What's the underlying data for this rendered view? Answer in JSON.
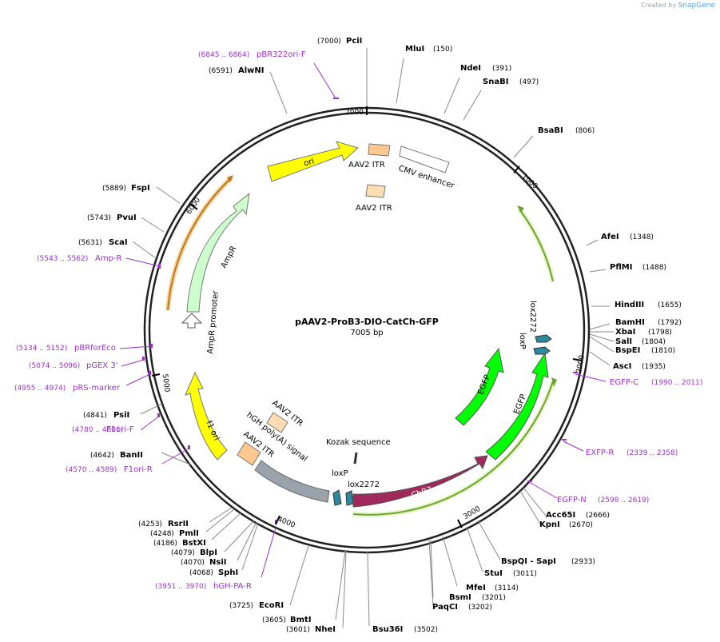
{
  "credit": {
    "prefix": "Created by",
    "brand": "SnapGene"
  },
  "plasmid": {
    "name": "pAAV2-ProB3-DIO-CatCh-GFP",
    "length": "7005 bp"
  },
  "ticks": [
    "1000",
    "2000",
    "3000",
    "4000",
    "5000",
    "6000",
    "7000"
  ],
  "enzymes": [
    {
      "name": "PciI",
      "pos": "(7000)"
    },
    {
      "name": "MluI",
      "pos": "(150)"
    },
    {
      "name": "NdeI",
      "pos": "(391)"
    },
    {
      "name": "SnaBI",
      "pos": "(497)"
    },
    {
      "name": "BsaBI",
      "pos": "(806)"
    },
    {
      "name": "AfeI",
      "pos": "(1348)"
    },
    {
      "name": "PflMI",
      "pos": "(1488)"
    },
    {
      "name": "HindIII",
      "pos": "(1655)"
    },
    {
      "name": "BamHI",
      "pos": "(1792)"
    },
    {
      "name": "XbaI",
      "pos": "(1798)"
    },
    {
      "name": "SalI",
      "pos": "(1804)"
    },
    {
      "name": "BspEI",
      "pos": "(1810)"
    },
    {
      "name": "AscI",
      "pos": "(1935)"
    },
    {
      "name": "Acc65I",
      "pos": "(2666)"
    },
    {
      "name": "KpnI",
      "pos": "(2670)"
    },
    {
      "name": "BspQI - SapI",
      "pos": "(2933)"
    },
    {
      "name": "StuI",
      "pos": "(3011)"
    },
    {
      "name": "MfeI",
      "pos": "(3114)"
    },
    {
      "name": "BsmI",
      "pos": "(3201)"
    },
    {
      "name": "PaqCI",
      "pos": "(3202)"
    },
    {
      "name": "Bsu36I",
      "pos": "(3502)"
    },
    {
      "name": "EcoRI",
      "pos": "(3725)"
    },
    {
      "name": "BmtI",
      "pos": "(3605)"
    },
    {
      "name": "NheI",
      "pos": "(3601)"
    },
    {
      "name": "SphI",
      "pos": "(4068)"
    },
    {
      "name": "NsiI",
      "pos": "(4070)"
    },
    {
      "name": "BlpI",
      "pos": "(4079)"
    },
    {
      "name": "BstXI",
      "pos": "(4186)"
    },
    {
      "name": "PmlI",
      "pos": "(4248)"
    },
    {
      "name": "RsrII",
      "pos": "(4253)"
    },
    {
      "name": "BanII",
      "pos": "(4642)"
    },
    {
      "name": "PsiI",
      "pos": "(4841)"
    },
    {
      "name": "ScaI",
      "pos": "(5631)"
    },
    {
      "name": "PvuI",
      "pos": "(5743)"
    },
    {
      "name": "FspI",
      "pos": "(5889)"
    },
    {
      "name": "AlwNI",
      "pos": "(6591)"
    }
  ],
  "primers": [
    {
      "name": "pBR322ori-F",
      "pos": "(6845 .. 6864)"
    },
    {
      "name": "EGFP-C",
      "pos": "(1990 .. 2011)"
    },
    {
      "name": "EXFP-R",
      "pos": "(2339 .. 2358)"
    },
    {
      "name": "EGFP-N",
      "pos": "(2598 .. 2619)"
    },
    {
      "name": "hGH-PA-R",
      "pos": "(3951 .. 3970)"
    },
    {
      "name": "F1ori-R",
      "pos": "(4570 .. 4589)"
    },
    {
      "name": "F1ori-F",
      "pos": "(4780 .. 4801)"
    },
    {
      "name": "pRS-marker",
      "pos": "(4955 .. 4974)"
    },
    {
      "name": "pGEX 3'",
      "pos": "(5074 .. 5096)"
    },
    {
      "name": "pBRforEco",
      "pos": "(5134 .. 5152)"
    },
    {
      "name": "Amp-R",
      "pos": "(5543 .. 5562)"
    }
  ],
  "features": {
    "ori": "ori",
    "aav2_itr_1": "AAV2 ITR",
    "aav2_itr_2": "AAV2 ITR",
    "aav2_itr_3": "AAV2 ITR",
    "aav2_itr_4": "AAV2 ITR",
    "cmv_enhancer": "CMV enhancer",
    "ampr": "AmpR",
    "ampr_promoter": "AmpR promoter",
    "f1_ori": "f1 ori",
    "hgh_polya": "hGH poly(A) signal",
    "kozak": "Kozak sequence",
    "loxp_1": "loxP",
    "lox2272_1": "lox2272",
    "loxp_2": "loxP",
    "lox2272_2": "lox2272",
    "egfp_1": "EGFP",
    "egfp_2": "EGFP",
    "chr2": "ChR2"
  },
  "colors": {
    "ori": "#ffff00",
    "itr": "#ffc891",
    "cmv": "#ffffff",
    "ampr": "#ccffcc",
    "egfp": "#00ff00",
    "chr2": "#a0285a",
    "polya": "#9aa3ab",
    "lox": "#2d8a9e",
    "orf_green": "#8cc63f",
    "orf_orange": "#d9902a",
    "primer": "#9b30c8"
  }
}
